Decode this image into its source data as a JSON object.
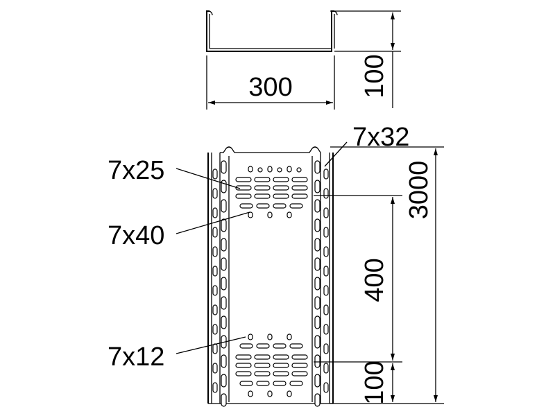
{
  "profile": {
    "width_label": "300",
    "height_label": "100"
  },
  "plan": {
    "length_label": "3000",
    "spacing_label": "400",
    "end_label": "100"
  },
  "slots": {
    "side_slot_label": "7x32",
    "long_slot_label": "7x25",
    "mid_slot_label": "7x40",
    "round_hole_label": "7x12"
  },
  "colors": {
    "line": "#000000",
    "background": "#ffffff"
  }
}
